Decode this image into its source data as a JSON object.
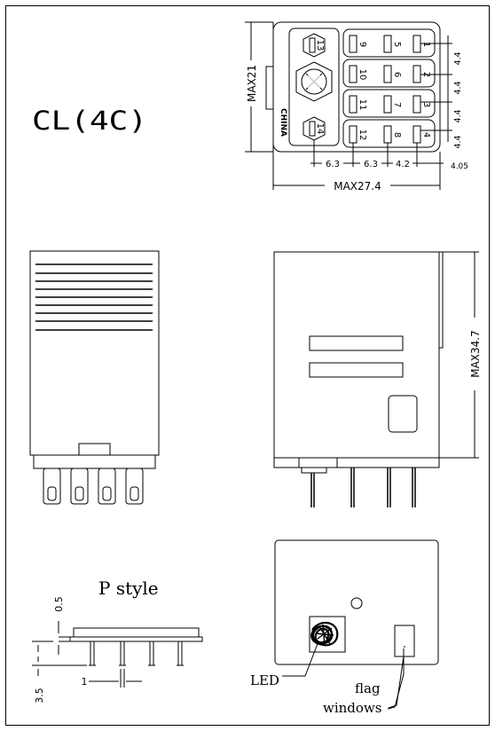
{
  "title": "CL(4C)",
  "top_view": {
    "pins": {
      "left": [
        "9",
        "10",
        "11",
        "12"
      ],
      "mid": [
        "5",
        "6",
        "7",
        "8"
      ],
      "right": [
        "1",
        "2",
        "3",
        "4"
      ],
      "coil_top": "13",
      "coil_bottom": "14"
    },
    "origin_text": "CHINA",
    "dims": {
      "height": "MAX21",
      "width": "MAX27.4",
      "pitch_a": "6.3",
      "pitch_b": "6.3",
      "pitch_c": "4.2",
      "pitch_d": "4.05",
      "row_1": "4.4",
      "row_2": "4.4",
      "row_3": "4.4",
      "row_4": "4.4"
    }
  },
  "side_view": {
    "dims": {
      "height": "MAX34.7"
    }
  },
  "p_style": {
    "label": "P style",
    "dims": {
      "thickness": "0.5",
      "pin_width": "1",
      "pin_length": "3.5"
    }
  },
  "front_view": {
    "led_label": "LED",
    "flag_label_1": "flag",
    "flag_label_2": "windows"
  }
}
